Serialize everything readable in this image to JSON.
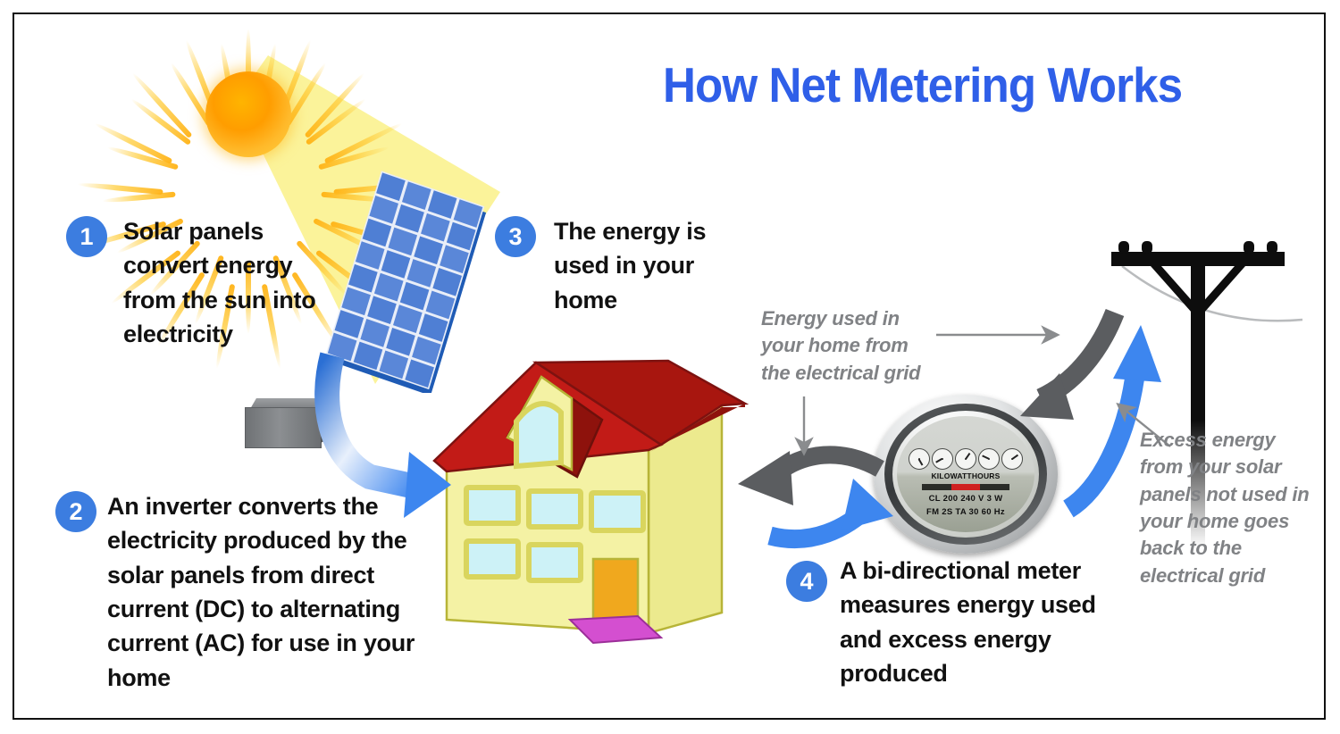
{
  "title": "How Net Metering Works",
  "steps": [
    {
      "number": "1",
      "text": "Solar panels convert energy from the sun into electricity"
    },
    {
      "number": "2",
      "text": "An inverter converts the electricity produced by the solar panels from direct current (DC) to alternating current (AC) for use in your home"
    },
    {
      "number": "3",
      "text": "The energy is used in your home"
    },
    {
      "number": "4",
      "text": "A bi-directional meter measures energy used and excess energy produced"
    }
  ],
  "notes": {
    "grid_to_home": "Energy used in your home from the electrical grid",
    "solar_to_grid": "Excess energy from your solar panels not used in your home goes back to the electrical grid"
  },
  "meter": {
    "units_label": "KILOWATTHOURS",
    "spec_line_1": "CL 200   240 V   3 W",
    "spec_line_2": "FM 2S   TA 30   60 Hz"
  },
  "colors": {
    "title_blue": "#2f5fe8",
    "badge_blue": "#3c7de0",
    "arrow_blue": "#3d86ef",
    "arrow_gray": "#5b5d60",
    "note_gray": "#808285",
    "sun_orange": "#ff9d00",
    "beam_yellow": "#fbf39a",
    "panel_blue": "#4f7fd4",
    "house_wall": "#f2f19a",
    "roof_red": "#c21b17",
    "door_orange": "#f0a81e",
    "window_cyan": "#cdf2f7",
    "mat_magenta": "#d44fd0"
  },
  "icons": {
    "sun": "sun-icon",
    "solar_panel": "solar-panel-icon",
    "inverter": "inverter-box-icon",
    "house": "house-icon",
    "meter": "electric-meter-icon",
    "utility_pole": "utility-pole-icon"
  }
}
